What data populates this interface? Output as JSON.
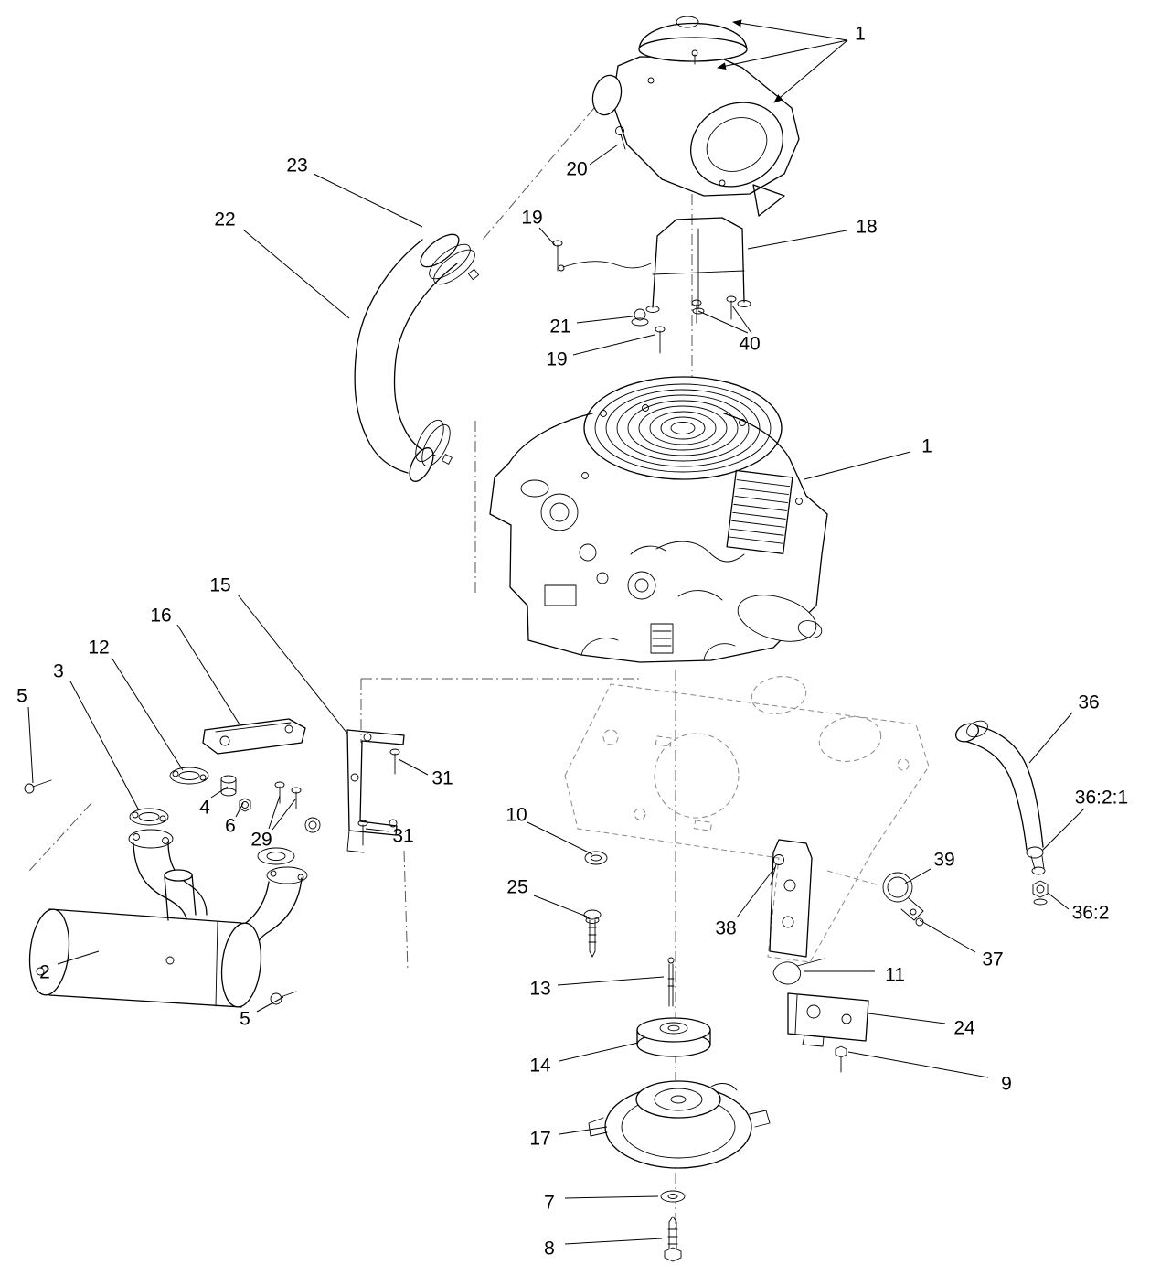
{
  "figure": {
    "background_color": "#ffffff",
    "line_color": "#000000",
    "callouts": [
      {
        "label": "1"
      },
      {
        "label": "20"
      },
      {
        "label": "23"
      },
      {
        "label": "22"
      },
      {
        "label": "19"
      },
      {
        "label": "18"
      },
      {
        "label": "21"
      },
      {
        "label": "40"
      },
      {
        "label": "19"
      },
      {
        "label": "1"
      },
      {
        "label": "15"
      },
      {
        "label": "16"
      },
      {
        "label": "12"
      },
      {
        "label": "3"
      },
      {
        "label": "5"
      },
      {
        "label": "31"
      },
      {
        "label": "4"
      },
      {
        "label": "6"
      },
      {
        "label": "29"
      },
      {
        "label": "31"
      },
      {
        "label": "10"
      },
      {
        "label": "36"
      },
      {
        "label": "36:2:1"
      },
      {
        "label": "25"
      },
      {
        "label": "39"
      },
      {
        "label": "38"
      },
      {
        "label": "36:2"
      },
      {
        "label": "37"
      },
      {
        "label": "2"
      },
      {
        "label": "11"
      },
      {
        "label": "5"
      },
      {
        "label": "24"
      },
      {
        "label": "13"
      },
      {
        "label": "9"
      },
      {
        "label": "14"
      },
      {
        "label": "17"
      },
      {
        "label": "7"
      },
      {
        "label": "8"
      }
    ]
  }
}
